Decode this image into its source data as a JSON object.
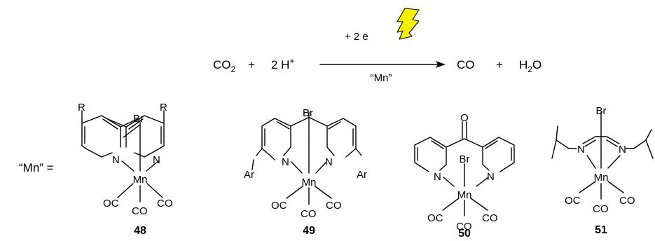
{
  "reaction": {
    "reactant_1": "CO",
    "reactant_1_sub": "2",
    "plus_1": "+",
    "reactant_2": "2 H",
    "reactant_2_sup": "+",
    "electrons": "+ 2 e",
    "catalyst": "“Mn”",
    "product_1": "CO",
    "plus_2": "+",
    "product_2_a": "H",
    "product_2_sub": "2",
    "product_2_b": "O",
    "lightning_color": "#f5f000"
  },
  "mn_equals": "“Mn” =",
  "complexes": [
    {
      "number": "48",
      "metal": "Mn",
      "axial": "Br",
      "substituent": "R",
      "donors": [
        "N",
        "N"
      ],
      "carbonyls": [
        "OC",
        "CO",
        "CO"
      ]
    },
    {
      "number": "49",
      "metal": "Mn",
      "axial": "Br",
      "substituent": "Ar",
      "donors": [
        "N",
        "N"
      ],
      "carbonyls": [
        "OC",
        "CO",
        "CO"
      ]
    },
    {
      "number": "50",
      "metal": "Mn",
      "axial": "Br",
      "ketone": "O",
      "donors": [
        "N",
        "N"
      ],
      "carbonyls": [
        "OC",
        "CO",
        "CO"
      ]
    },
    {
      "number": "51",
      "metal": "Mn",
      "axial": "Br",
      "donors": [
        "N",
        "N"
      ],
      "carbonyls": [
        "OC",
        "CO",
        "CO"
      ]
    }
  ]
}
